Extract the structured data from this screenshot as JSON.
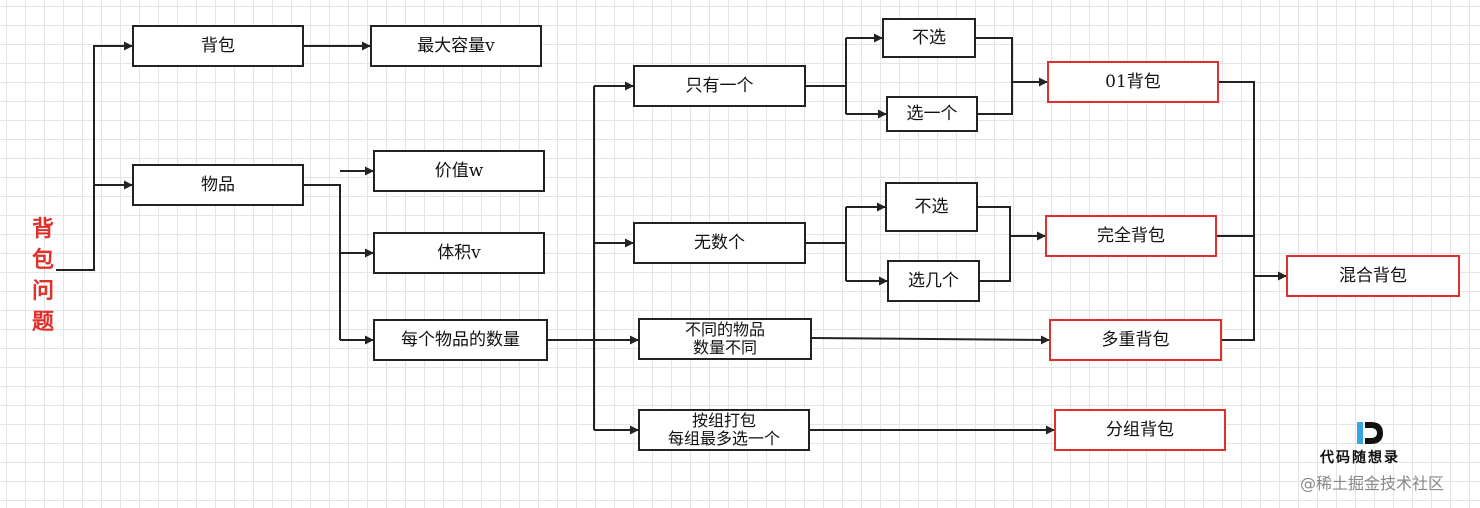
{
  "root": {
    "chars": [
      "背",
      "包",
      "问",
      "题"
    ],
    "color": "#e0302c"
  },
  "nodes": {
    "bag": "背包",
    "max_capacity": "最大容量v",
    "items": "物品",
    "value": "价值w",
    "volume": "体积v",
    "item_count": "每个物品的数量",
    "only_one": "只有一个",
    "unlimited": "无数个",
    "different_counts": [
      "不同的物品",
      "数量不同"
    ],
    "group_pack": [
      "按组打包",
      "每组最多选一个"
    ],
    "not_choose_1": "不选",
    "choose_one": "选一个",
    "not_choose_2": "不选",
    "choose_several": "选几个",
    "bag_01": "01背包",
    "complete_bag": "完全背包",
    "multiple_bag": "多重背包",
    "group_bag": "分组背包",
    "mixed_bag": "混合背包"
  },
  "colors": {
    "highlight_border": "#e0302c",
    "normal_border": "#222222"
  },
  "watermark": {
    "brand": "代码随想录",
    "site": "@稀土掘金技术社区"
  }
}
